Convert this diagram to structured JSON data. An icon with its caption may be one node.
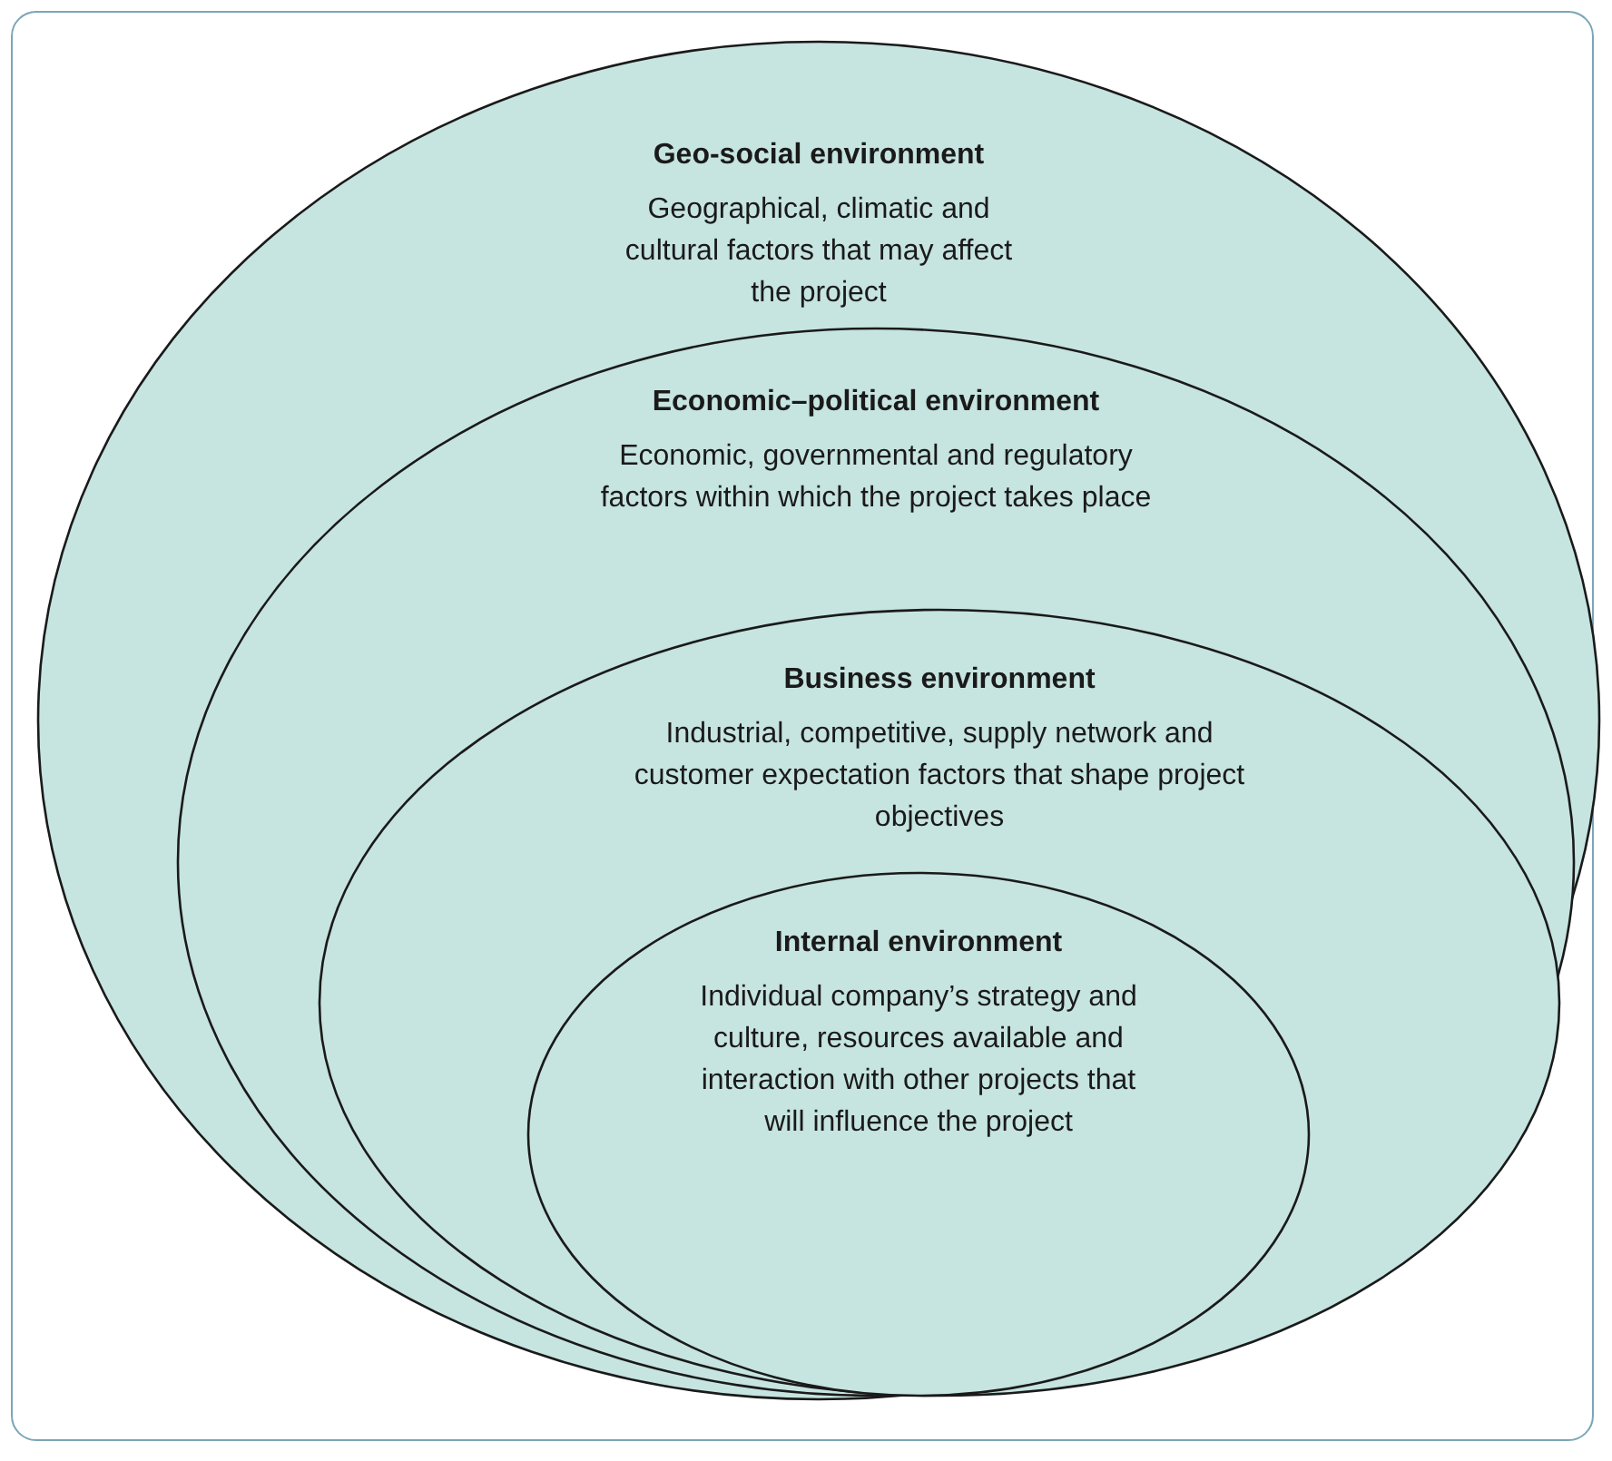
{
  "diagram": {
    "nodes": [
      {
        "text": [
          "Geo-social environment",
          "Geographical, climatic and cultural factors that may affect the project"
        ]
      },
      {
        "text": [
          "Economic–political environment",
          "Economic, governmental and regulatory factors within which the project takes place"
        ],
        "in": 0
      },
      {
        "text": [
          "Business environment",
          "Industrial, competitive, supply network and customer expectation factors that shape project objectives"
        ],
        "in": 1
      },
      {
        "text": [
          "Internal environment",
          "Individual company’s strategy and culture, resources available and interaction with other projects that will influence the project"
        ],
        "in": 2
      }
    ]
  }
}
